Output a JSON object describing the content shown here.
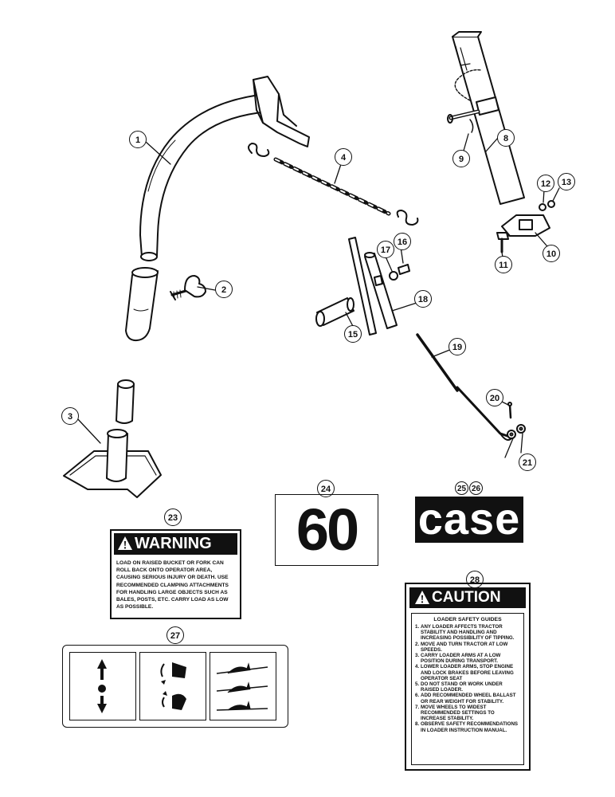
{
  "callouts": {
    "c1": "1",
    "c2": "2",
    "c3": "3",
    "c4": "4",
    "c8": "8",
    "c9": "9",
    "c10": "10",
    "c11": "11",
    "c12": "12",
    "c13": "13",
    "c15": "15",
    "c16": "16",
    "c17": "17",
    "c18": "18",
    "c19": "19",
    "c20": "20",
    "c21": "21",
    "c23": "23",
    "c24": "24",
    "c25": "25",
    "c26": "26",
    "c27": "27",
    "c28": "28"
  },
  "warning_decal": {
    "header": "WARNING",
    "text": "LOAD ON RAISED BUCKET OR FORK CAN ROLL BACK ONTO OPERATOR AREA, CAUSING SERIOUS INJURY OR DEATH. USE RECOMMENDED CLAMPING ATTACHMENTS FOR HANDLING LARGE OBJECTS SUCH AS BALES, POSTS, ETC. CARRY LOAD AS LOW AS POSSIBLE."
  },
  "model_decal": {
    "text": "60"
  },
  "brand_decal": {
    "text": "case"
  },
  "caution_decal": {
    "header": "CAUTION",
    "title": "LOADER SAFETY GUIDES",
    "items": [
      {
        "num": "1.",
        "text": "ANY LOADER AFFECTS TRACTOR STABILITY AND HANDLING AND INCREASING POSSIBILITY OF TIPPING."
      },
      {
        "num": "2.",
        "text": "MOVE AND TURN TRACTOR AT LOW SPEEDS."
      },
      {
        "num": "3.",
        "text": "CARRY LOADER ARMS AT A LOW POSITION DURING TRANSPORT."
      },
      {
        "num": "4.",
        "text": "LOWER LOADER ARMS, STOP ENGINE AND LOCK BRAKES BEFORE LEAVING OPERATOR SEAT"
      },
      {
        "num": "5.",
        "text": "DO NOT STAND OR WORK UNDER RAISED LOADER."
      },
      {
        "num": "6.",
        "text": "ADD RECOMMENDED WHEEL BALLAST OR REAR WEIGHT FOR STABILITY."
      },
      {
        "num": "7.",
        "text": "MOVE WHEELS TO WIDEST RECOMMENDED SETTINGS TO INCREASE STABILITY."
      },
      {
        "num": "8.",
        "text": "OBSERVE SAFETY RECOMMENDATIONS IN LOADER INSTRUCTION MANUAL."
      }
    ]
  }
}
